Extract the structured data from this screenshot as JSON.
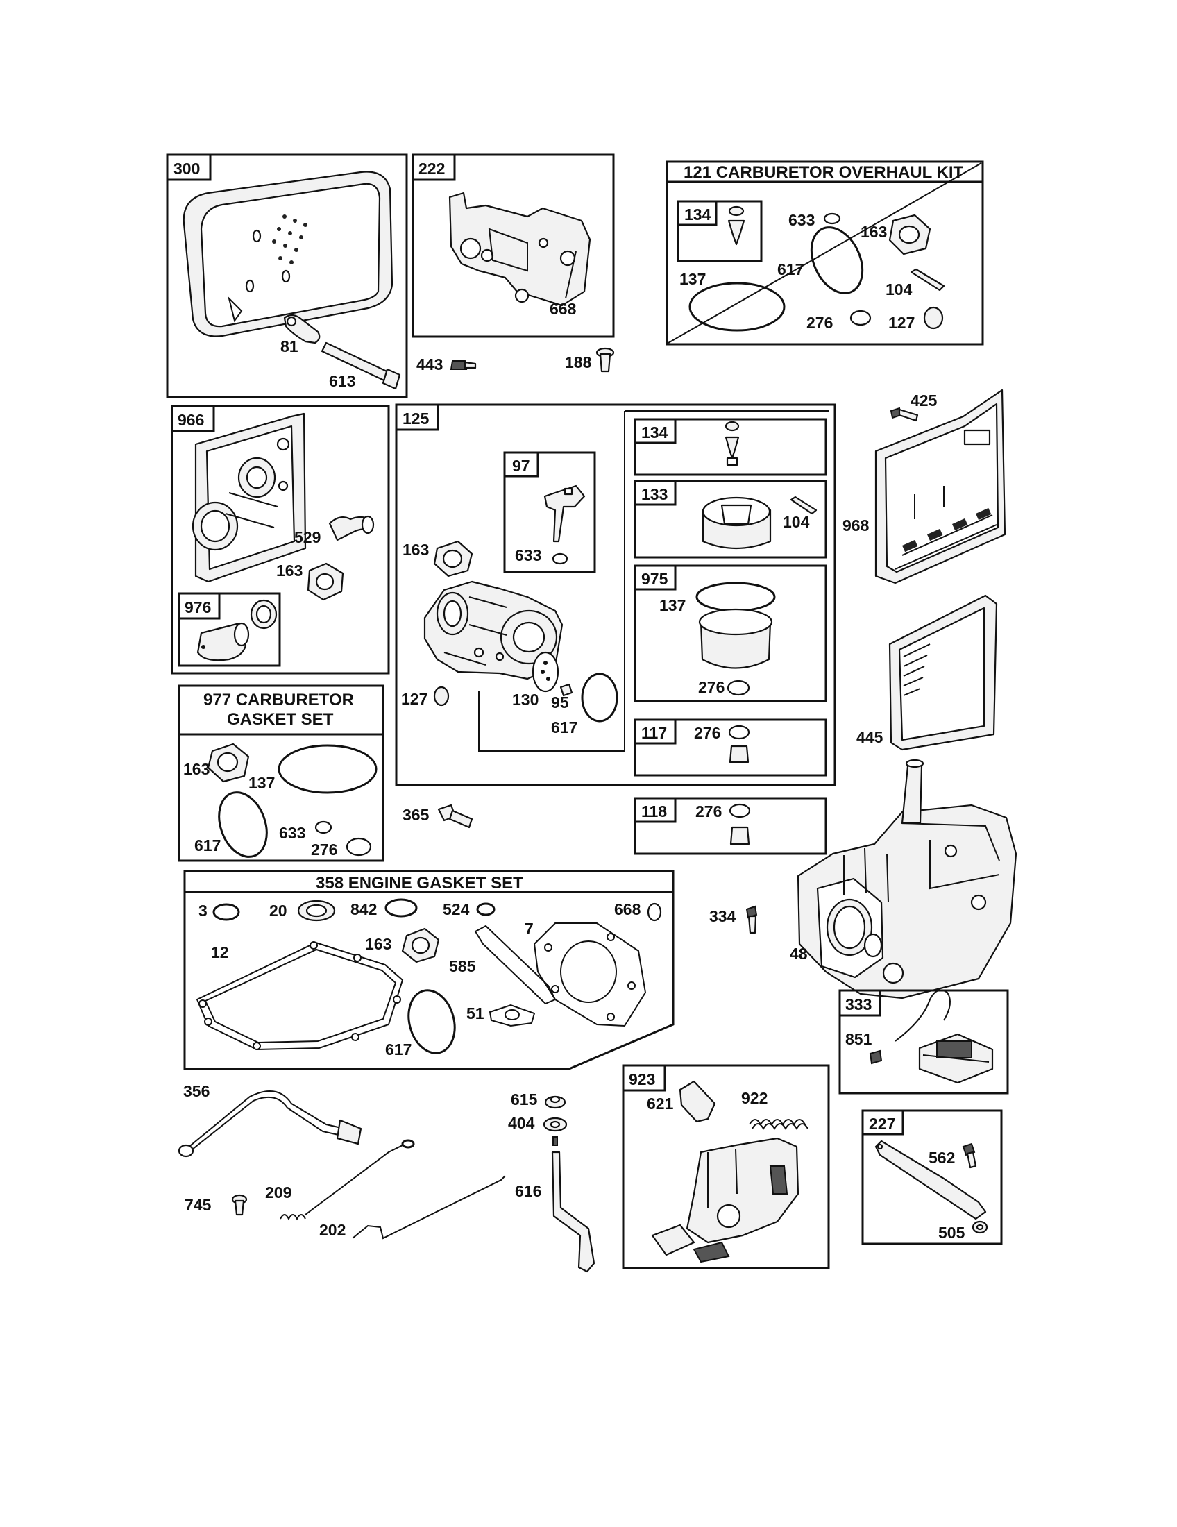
{
  "boxes": {
    "b300": "300",
    "b222": "222",
    "b121": "121 CARBURETOR OVERHAUL KIT",
    "b134a": "134",
    "b966": "966",
    "b976": "976",
    "b125": "125",
    "b97": "97",
    "b134b": "134",
    "b133": "133",
    "b975": "975",
    "b117": "117",
    "b118": "118",
    "b977_line1": "977 CARBURETOR",
    "b977_line2": "GASKET SET",
    "b358": "358 ENGINE GASKET SET",
    "b333": "333",
    "b923": "923",
    "b227": "227"
  },
  "labels": {
    "l81": "81",
    "l613": "613",
    "l668a": "668",
    "l443": "443",
    "l188": "188",
    "l633a": "633",
    "l163a": "163",
    "l617a": "617",
    "l137a": "137",
    "l104a": "104",
    "l276a": "276",
    "l127a": "127",
    "l425": "425",
    "l968": "968",
    "l529": "529",
    "l163b": "163",
    "l163c": "163",
    "l633b": "633",
    "l104b": "104",
    "l137b": "137",
    "l276b": "276",
    "l127b": "127",
    "l130": "130",
    "l95": "95",
    "l617b": "617",
    "l276c": "276",
    "l276d": "276",
    "l445": "445",
    "l163d": "163",
    "l137c": "137",
    "l617c": "617",
    "l633c": "633",
    "l276e": "276",
    "l365": "365",
    "l334": "334",
    "l48": "48",
    "l3": "3",
    "l20": "20",
    "l842": "842",
    "l524": "524",
    "l668b": "668",
    "l7": "7",
    "l12": "12",
    "l163e": "163",
    "l585": "585",
    "l51": "51",
    "l617d": "617",
    "l851": "851",
    "l356": "356",
    "l745": "745",
    "l209": "209",
    "l202": "202",
    "l615": "615",
    "l404": "404",
    "l616": "616",
    "l621": "621",
    "l922": "922",
    "l562": "562",
    "l505": "505"
  }
}
